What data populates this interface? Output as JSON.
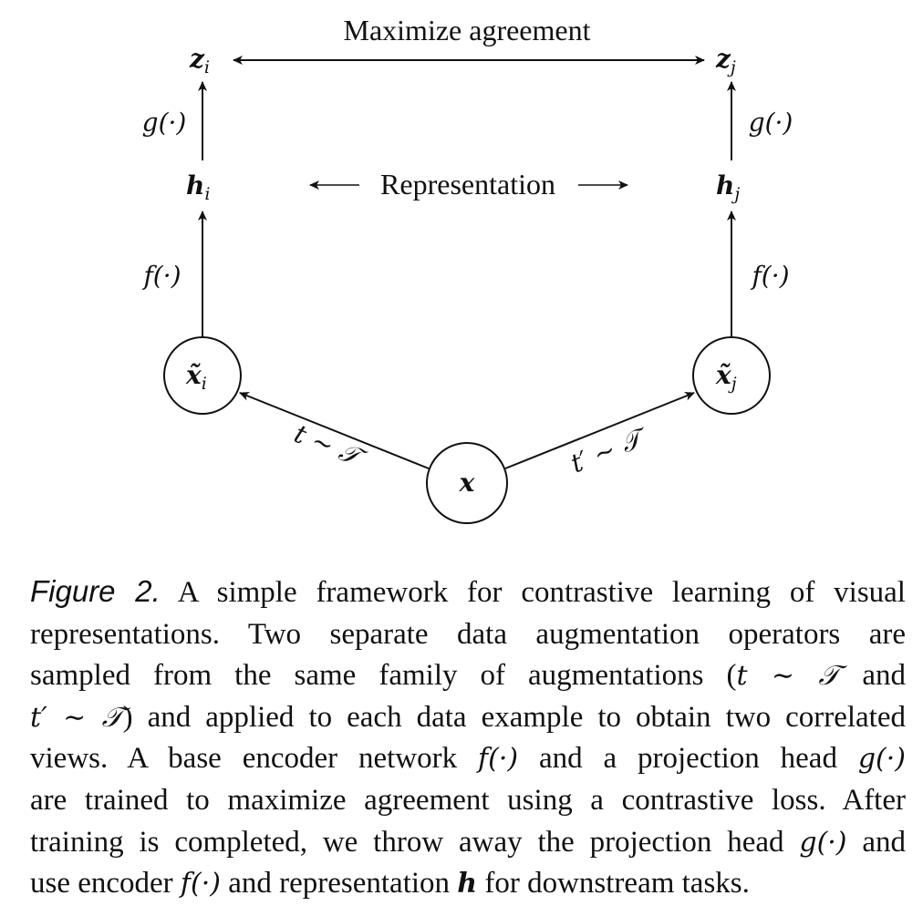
{
  "diagram": {
    "top_label": "Maximize agreement",
    "middle_label": "Representation",
    "z_i": "z",
    "z_j": "z",
    "h_i": "h",
    "h_j": "h",
    "x_tilde_i": "x̃",
    "x_tilde_j": "x̃",
    "x": "x",
    "sub_i": "i",
    "sub_j": "j",
    "g_left": "g(·)",
    "g_right": "g(·)",
    "f_left": "f(·)",
    "f_right": "f(·)",
    "t_left": "t ∼ 𝒯",
    "t_right": "t′ ∼ 𝒯"
  },
  "caption": {
    "label": "Figure 2.",
    "line1": "A simple framework for contrastive learning of visual",
    "line2": "representations.  Two separate data augmentation operators are",
    "line3a": "sampled from the same family of augmentations (",
    "line3m": "t ∼ 𝒯",
    "line3b": " and",
    "line4m": "t′ ∼ 𝒯",
    "line4b": ") and applied to each data example to obtain two correlated",
    "line5a": "views.  A base encoder network ",
    "line5m1": "f(·)",
    "line5b": " and a projection head ",
    "line5m2": "g(·)",
    "line6": "are trained to maximize agreement using a contrastive loss. After",
    "line7a": "training is completed, we throw away the projection head ",
    "line7m": "g(·)",
    "line7b": " and",
    "line8a": "use encoder ",
    "line8m1": "f(·)",
    "line8b": " and representation ",
    "line8m2": "h",
    "line8c": " for downstream tasks."
  }
}
